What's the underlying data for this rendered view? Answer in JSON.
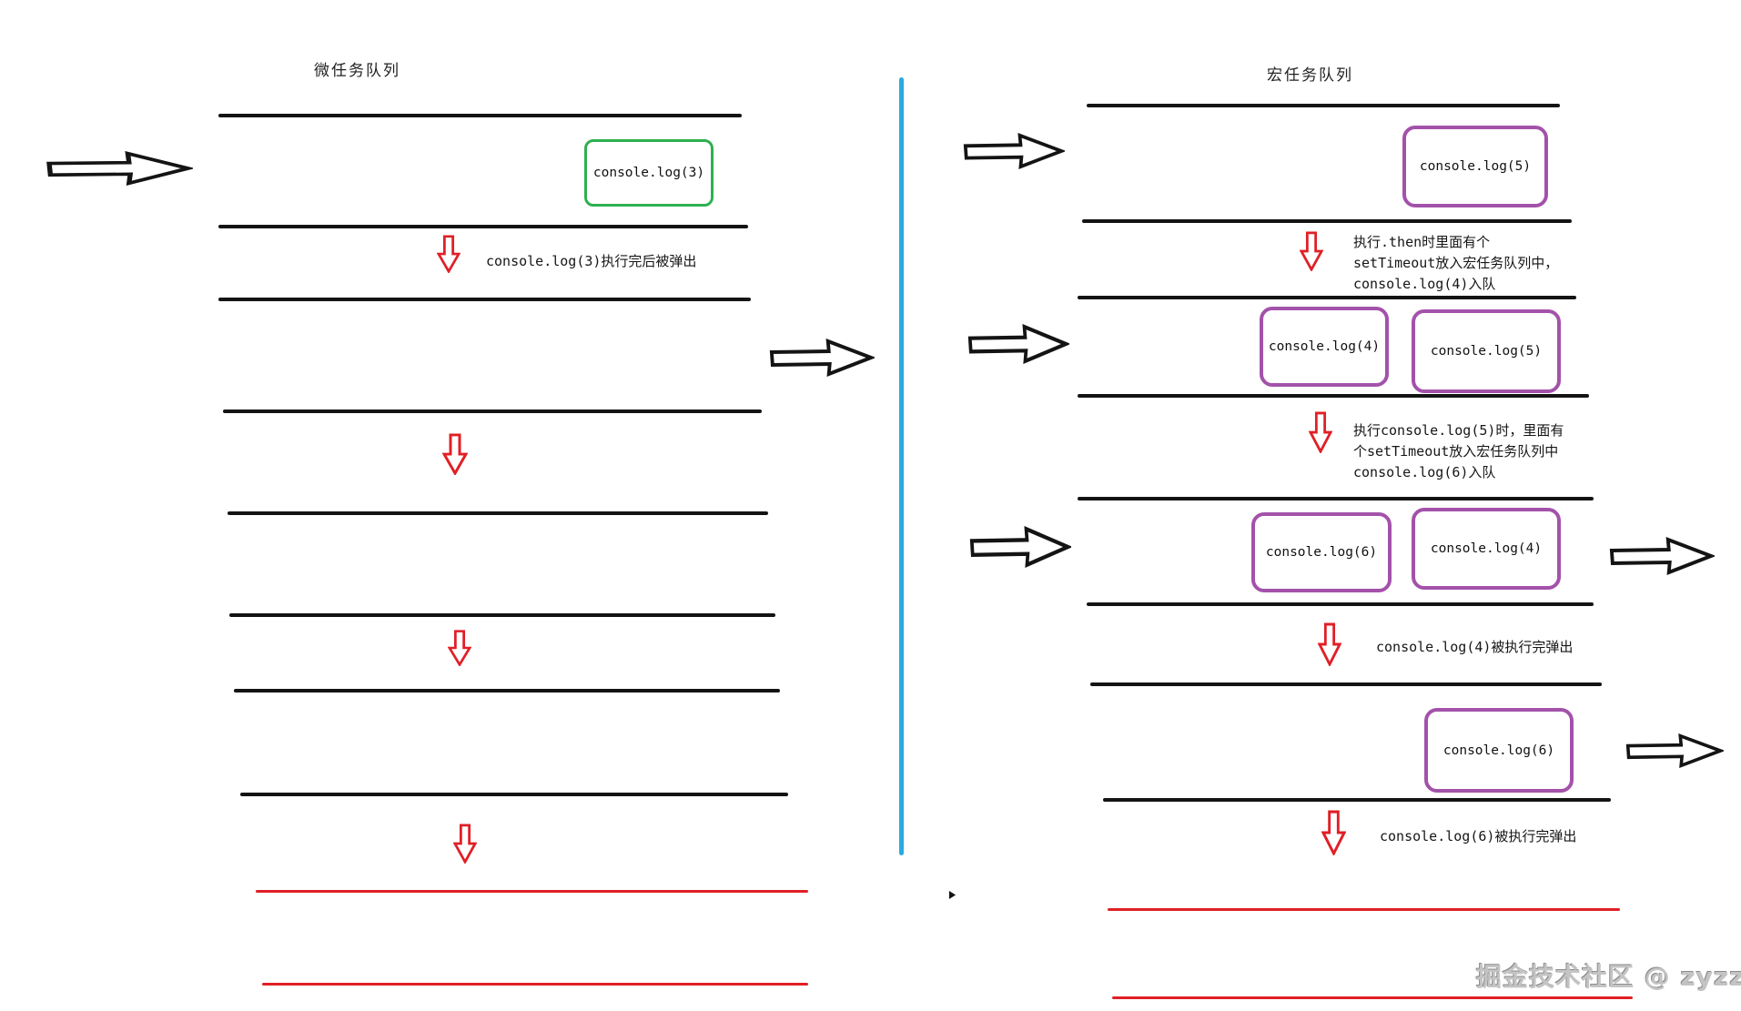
{
  "left_panel": {
    "title": "微任务队列",
    "boxes": [
      {
        "label": "console.log(3)"
      }
    ],
    "notes": [
      {
        "text": "console.log(3)执行完后被弹出"
      }
    ]
  },
  "right_panel": {
    "title": "宏任务队列",
    "boxes": [
      {
        "label": "console.log(5)"
      },
      {
        "label": "console.log(4)"
      },
      {
        "label": "console.log(5)"
      },
      {
        "label": "console.log(6)"
      },
      {
        "label": "console.log(4)"
      },
      {
        "label": "console.log(6)"
      }
    ],
    "notes": [
      {
        "line1": "执行.then时里面有个",
        "line2": "setTimeout放入宏任务队列中，",
        "line3": "console.log(4)入队"
      },
      {
        "line1": "执行console.log(5)时，里面有",
        "line2": "个setTimeout放入宏任务队列中",
        "line3": "console.log(6)入队"
      },
      {
        "line1": "console.log(4)被执行完弹出"
      },
      {
        "line1": "console.log(6)被执行完弹出"
      }
    ]
  },
  "watermark": {
    "text": "掘金技术社区 @ zyzzzz"
  },
  "icons": {
    "right_arrow": "→",
    "down_arrow": "↓",
    "cursor": "▸"
  },
  "colors": {
    "microtask_box_border": "#2eb050",
    "macrotask_box_border": "#a352aa",
    "arrow_black": "#141414",
    "arrow_red": "#e01f26",
    "queue_line_black": "#141414",
    "queue_line_red": "#e01f26",
    "divider_blue": "#29abe2",
    "watermark_gray": "#c4c4c4"
  }
}
